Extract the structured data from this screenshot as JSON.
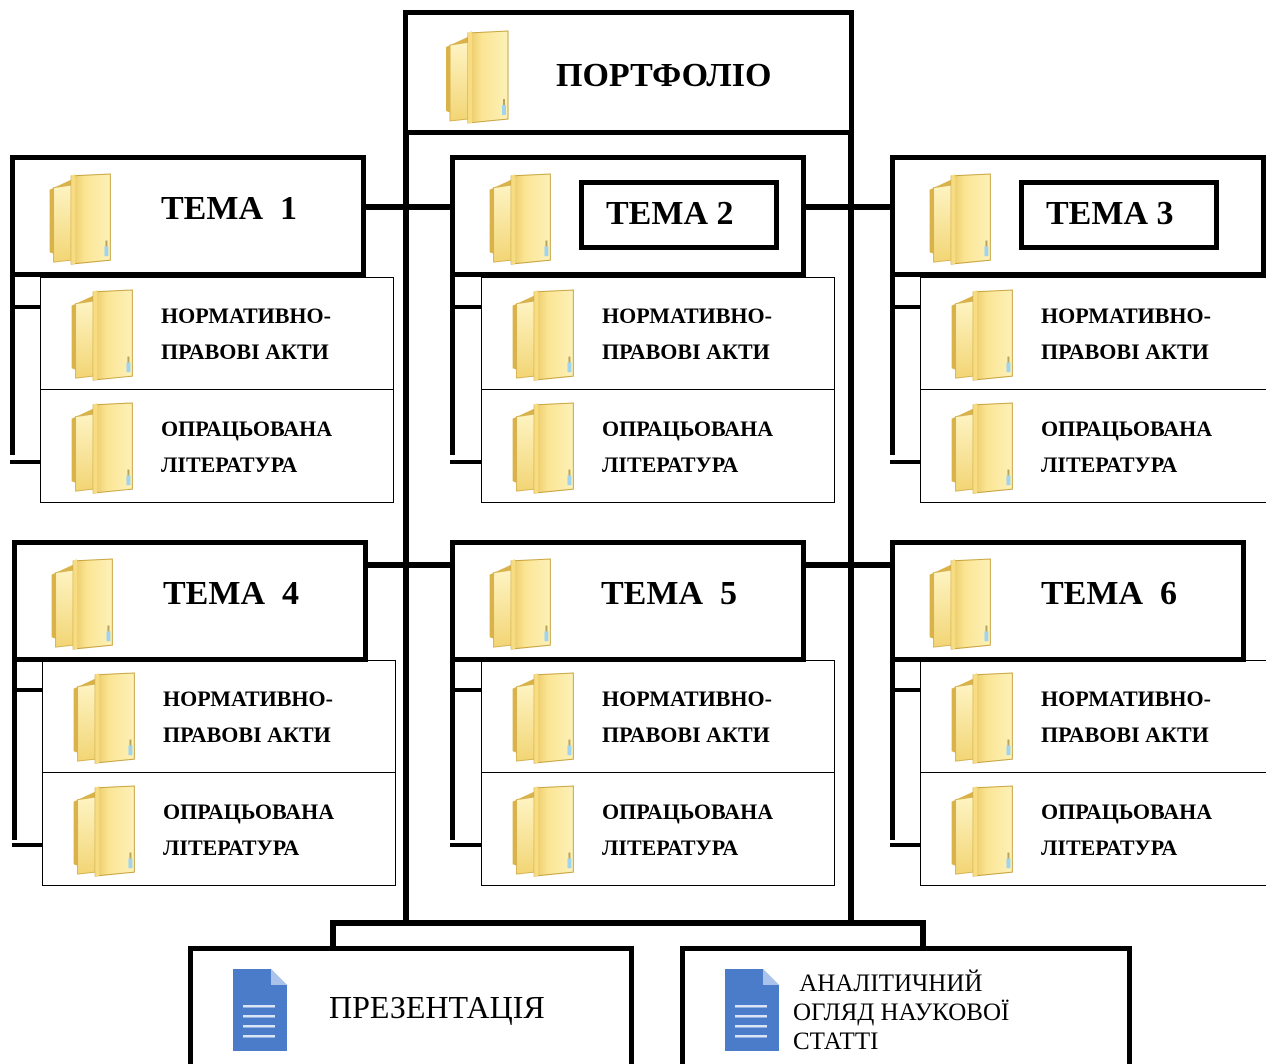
{
  "root": {
    "label": "ПОРТФОЛІО",
    "icon": "folder-icon"
  },
  "topics": [
    {
      "title": "ТЕМА  1",
      "framed": false,
      "subfolders": [
        {
          "line1": "НОРМАТИВНО-",
          "line2": "ПРАВОВІ АКТИ"
        },
        {
          "line1": "ОПРАЦЬОВАНА",
          "line2": "ЛІТЕРАТУРА"
        }
      ]
    },
    {
      "title": "ТЕМА 2",
      "framed": true,
      "subfolders": [
        {
          "line1": "НОРМАТИВНО-",
          "line2": "ПРАВОВІ АКТИ"
        },
        {
          "line1": "ОПРАЦЬОВАНА",
          "line2": "ЛІТЕРАТУРА"
        }
      ]
    },
    {
      "title": "ТЕМА 3",
      "framed": true,
      "subfolders": [
        {
          "line1": "НОРМАТИВНО-",
          "line2": "ПРАВОВІ АКТИ"
        },
        {
          "line1": "ОПРАЦЬОВАНА",
          "line2": "ЛІТЕРАТУРА"
        }
      ]
    },
    {
      "title": "ТЕМА  4",
      "framed": false,
      "subfolders": [
        {
          "line1": "НОРМАТИВНО-",
          "line2": "ПРАВОВІ АКТИ"
        },
        {
          "line1": "ОПРАЦЬОВАНА",
          "line2": "ЛІТЕРАТУРА"
        }
      ]
    },
    {
      "title": "ТЕМА  5",
      "framed": false,
      "subfolders": [
        {
          "line1": "НОРМАТИВНО-",
          "line2": "ПРАВОВІ АКТИ"
        },
        {
          "line1": "ОПРАЦЬОВАНА",
          "line2": "ЛІТЕРАТУРА"
        }
      ]
    },
    {
      "title": "ТЕМА  6",
      "framed": false,
      "subfolders": [
        {
          "line1": "НОРМАТИВНО-",
          "line2": "ПРАВОВІ АКТИ"
        },
        {
          "line1": "ОПРАЦЬОВАНА",
          "line2": "ЛІТЕРАТУРА"
        }
      ]
    }
  ],
  "documents": [
    {
      "lines": [
        "ПРЕЗЕНТАЦІЯ"
      ],
      "icon": "document-icon"
    },
    {
      "lines": [
        " АНАЛІТИЧНИЙ",
        "ОГЛЯД НАУКОВОЇ",
        "СТАТТІ"
      ],
      "icon": "document-icon"
    }
  ],
  "colors": {
    "folder_light": "#fdeea0",
    "folder_dark": "#e8c45a",
    "folder_edge": "#c9a43e",
    "doc_blue": "#4a7cc9",
    "doc_fold": "#a9c3ea"
  }
}
